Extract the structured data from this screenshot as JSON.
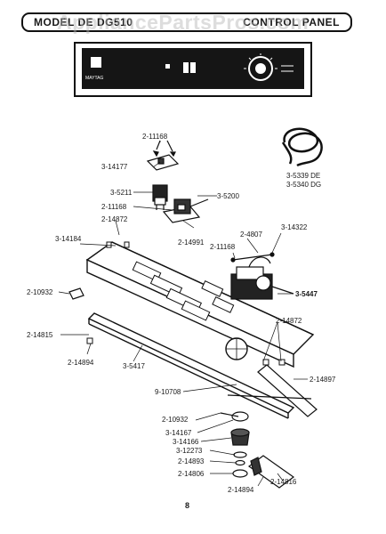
{
  "header": {
    "model_label": "MODEL DE DG510",
    "section_title": "CONTROL PANEL"
  },
  "watermark": "AppliancePartsPros.com",
  "console": {
    "brand": "MAYTAG"
  },
  "parts": {
    "p_2_11168_top": "2-11168",
    "p_3_14177": "3-14177",
    "p_3_5211": "3-5211",
    "p_3_5200": "3-5200",
    "p_2_11168_mid": "2-11168",
    "p_2_14872_left": "2-14872",
    "p_2_14991": "2-14991",
    "p_3_14184": "3-14184",
    "p_2_4807": "2-4807",
    "p_3_14322": "3-14322",
    "p_2_11168_right": "2-11168",
    "p_3_5339": "3-5339 DE",
    "p_3_5340": "3-5340 DG",
    "p_3_5447": "3-5447",
    "p_2_10932_left": "2-10932",
    "p_2_14872_right": "2-14872",
    "p_2_14815": "2-14815",
    "p_2_14894_left": "2-14894",
    "p_3_5417": "3-5417",
    "p_2_14897": "2-14897",
    "p_9_10708": "9-10708",
    "p_2_10932_bottom": "2-10932",
    "p_3_14167": "3-14167",
    "p_3_14166": "3-14166",
    "p_3_12273": "3-12273",
    "p_2_14893": "2-14893",
    "p_2_14806": "2-14806",
    "p_2_14894_bottom": "2-14894",
    "p_2_14816": "2-14816"
  },
  "page_number": "8"
}
